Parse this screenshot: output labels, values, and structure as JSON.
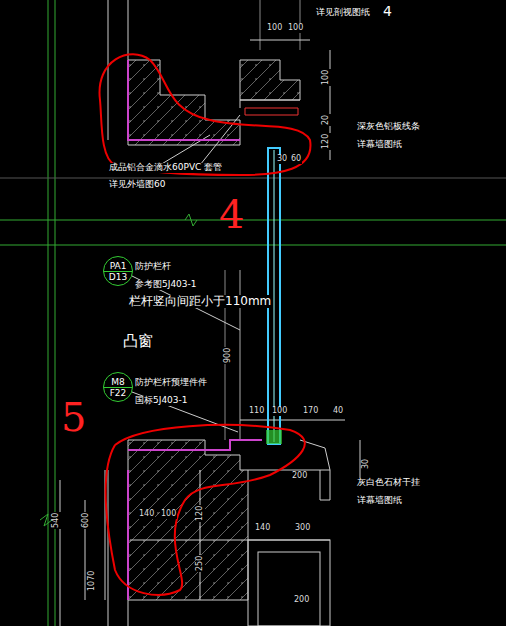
{
  "diagram": {
    "nodes": [
      {
        "text": [
          "PA1",
          "D13"
        ]
      },
      {
        "text": [
          "M8",
          "F22"
        ]
      }
    ],
    "labels": [
      "详见剖视图纸",
      "4",
      "100",
      "100",
      "100",
      "20",
      "120",
      "深灰色铝板线条",
      "详幕墙图纸",
      "30",
      "60",
      "成品铝合金滴水60PVC 套管",
      "详见外墙图60",
      "4",
      "防护栏杆",
      "参考图5J403-1",
      "栏杆竖向间距小于110mm",
      "凸窗",
      "900",
      "防护栏杆预埋件件",
      "国标5J403-1",
      "110",
      "100",
      "170",
      "40",
      "5",
      "30",
      "灰白色石材干挂",
      "详幕墙图纸",
      "200",
      "140",
      "300",
      "140",
      "100",
      "600",
      "540",
      "1070",
      "120",
      "250",
      "200"
    ]
  }
}
